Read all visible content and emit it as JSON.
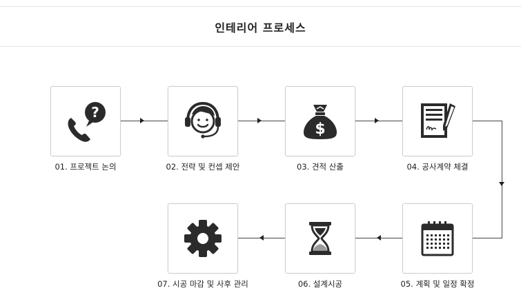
{
  "header": {
    "title": "인테리어 프로세스"
  },
  "steps": [
    {
      "label": "01. 프로젝트 논의",
      "icon": "phone-question-icon"
    },
    {
      "label": "02. 전략 및 컨셉 제안",
      "icon": "headset-agent-icon"
    },
    {
      "label": "03. 견적 산출",
      "icon": "money-bag-icon"
    },
    {
      "label": "04. 공사계약 체결",
      "icon": "contract-sign-icon"
    },
    {
      "label": "05. 계획 및 일정 확정",
      "icon": "calendar-icon"
    },
    {
      "label": "06. 설계시공",
      "icon": "hourglass-icon"
    },
    {
      "label": "07. 시공 마감 및 사후 관리",
      "icon": "gear-icon"
    }
  ]
}
